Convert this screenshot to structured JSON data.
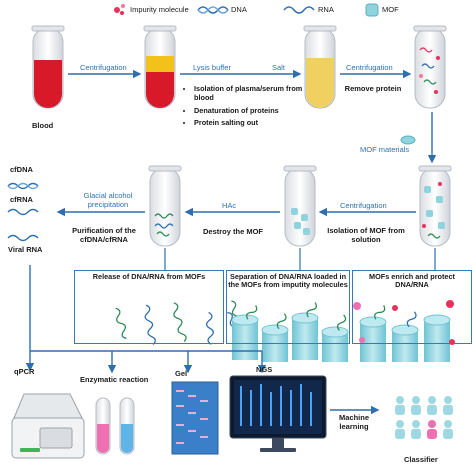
{
  "legend": {
    "impurity": "Impurity molecule",
    "dna": "DNA",
    "rna": "RNA",
    "mof": "MOF"
  },
  "row1": {
    "blood": "Blood",
    "centrifugation1": "Centrifugation",
    "lysis_buffer": "Lysis buffer",
    "salt": "Salt",
    "centrifugation2": "Centrifugation",
    "steps": [
      "Isolation of plasma/serum from blood",
      "Denaturation of proteins",
      "Protein salting out"
    ],
    "remove_protein": "Remove protein"
  },
  "row2": {
    "mof_materials": "MOF materials",
    "centrifugation3": "Centrifugation",
    "hac": "HAc",
    "glacial": "Glacial alcohol precipitation",
    "purification": "Purification of the cfDNA/cfRNA",
    "destroy": "Destroy the MOF",
    "isolation": "Isolation of MOF from solution"
  },
  "left_column": {
    "cfdna": "cfDNA",
    "cfrna": "cfRNA",
    "viral_rna": "Viral RNA"
  },
  "panels": {
    "release": "Release of DNA/RNA from MOFs",
    "separation": "Separation of DNA/RNA loaded in the MOFs from imputity molecules",
    "enrich": "MOFs enrich and protect DNA/RNA"
  },
  "bottom": {
    "qpcr": "qPCR",
    "enzymatic": "Enzymatic reaction",
    "gel": "Gel",
    "ngs": "NGS",
    "ml": "Machine learning",
    "classifier": "Classifier"
  },
  "colors": {
    "arrow": "#2f6fb0",
    "box_border": "#3a78b8",
    "blood": "#d7192a",
    "plasma": "#f2c21b",
    "serum": "#f0d060",
    "mof": "#8fd3df",
    "dna": "#2e8b57",
    "impurity": "#e8325a",
    "pink": "#f06fb0"
  }
}
